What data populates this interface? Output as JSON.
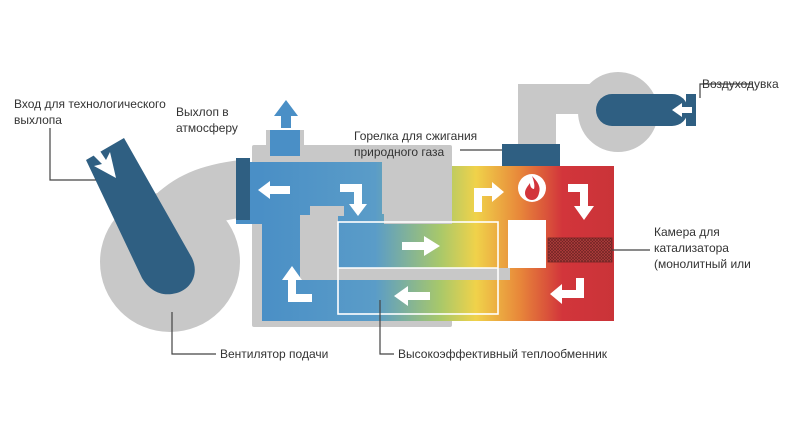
{
  "labels": {
    "process_inlet_line1": "Вход для технологического",
    "process_inlet_line2": "выхлопа",
    "exhaust_line1": "Выхлоп в",
    "exhaust_line2": "атмосферу",
    "burner_line1": "Горелка для сжигания",
    "burner_line2": "природного газа",
    "blower": "Воздуходувка",
    "catalyst_line1": "Камера для",
    "catalyst_line2": "катализатора",
    "catalyst_line3": "(монолитный или",
    "supply_fan": "Вентилятор подачи",
    "heat_exchanger": "Высокоэффективный теплообменник"
  },
  "colors": {
    "duct_gray": "#c8c8c8",
    "dark_blue": "#2f5f82",
    "cool_blue": "#4a8fc6",
    "warm_yellow": "#f0d24a",
    "hot_red": "#d2353b",
    "label_text": "#333333",
    "leader_line": "#444444"
  },
  "icons": {
    "burner": "flame-icon",
    "flow": "arrow-icon"
  }
}
